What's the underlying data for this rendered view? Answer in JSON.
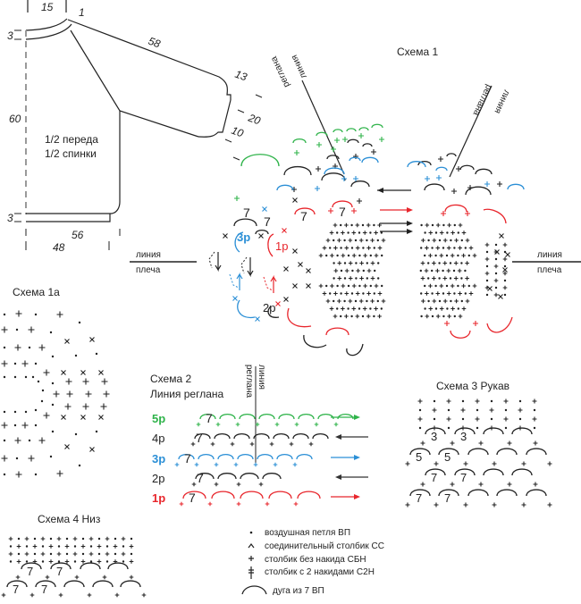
{
  "colors": {
    "green": "#2fb34a",
    "blue": "#2b8fd6",
    "red": "#e8262c",
    "black": "#222222"
  },
  "pattern_sketch": {
    "label_line1": "1/2 переда",
    "label_line2": "1/2 спинки",
    "dimensions": {
      "neck_width": "15",
      "neck_depth": "3",
      "raglan_sleeve": "58",
      "cuff_top": "13",
      "cuff_width": "20",
      "cuff_height": "10",
      "side_height": "60",
      "bottom_band": "3",
      "bottom_width_outer": "56",
      "bottom_width_inner": "48",
      "raglan_tick": "1"
    }
  },
  "schema1": {
    "title": "Схема 1",
    "raglan_line_line1": "линия",
    "raglan_line_line2": "реглана",
    "shoulder_line_line1": "линия",
    "shoulder_line_line2": "плеча",
    "row_labels": [
      "1р",
      "2р",
      "3р"
    ],
    "arc_counts": [
      "7",
      "7",
      "7",
      "7"
    ]
  },
  "schema1a": {
    "title": "Схема 1а"
  },
  "schema2": {
    "title_line1": "Схема 2",
    "title_line2": "Линия реглана",
    "raglan_label_line1": "линия",
    "raglan_label_line2": "реглана",
    "rows": [
      {
        "label": "5р",
        "color": "green",
        "direction": "right"
      },
      {
        "label": "4р",
        "color": "black",
        "direction": "left"
      },
      {
        "label": "3р",
        "color": "blue",
        "direction": "right"
      },
      {
        "label": "2р",
        "color": "black",
        "direction": "left"
      },
      {
        "label": "1р",
        "color": "red",
        "direction": "right"
      }
    ],
    "arc_count": "7"
  },
  "schema3": {
    "title": "Схема 3 Рукав",
    "arc_rows": [
      {
        "count": "3"
      },
      {
        "count": "5"
      },
      {
        "count": "7"
      },
      {
        "count": "7"
      }
    ]
  },
  "schema4": {
    "title": "Схема 4 Низ",
    "arc_count": "7"
  },
  "legend": {
    "items": [
      {
        "symbol": "dot",
        "text": "воздушная петля ВП"
      },
      {
        "symbol": "caret",
        "text": "соединительный столбик СС"
      },
      {
        "symbol": "plus",
        "text": "столбик без накида СБН"
      },
      {
        "symbol": "double-crossed-stitch",
        "text": "столбик с 2 накидами С2Н"
      },
      {
        "symbol": "arc",
        "text": "дуга из 7 ВП"
      }
    ]
  }
}
